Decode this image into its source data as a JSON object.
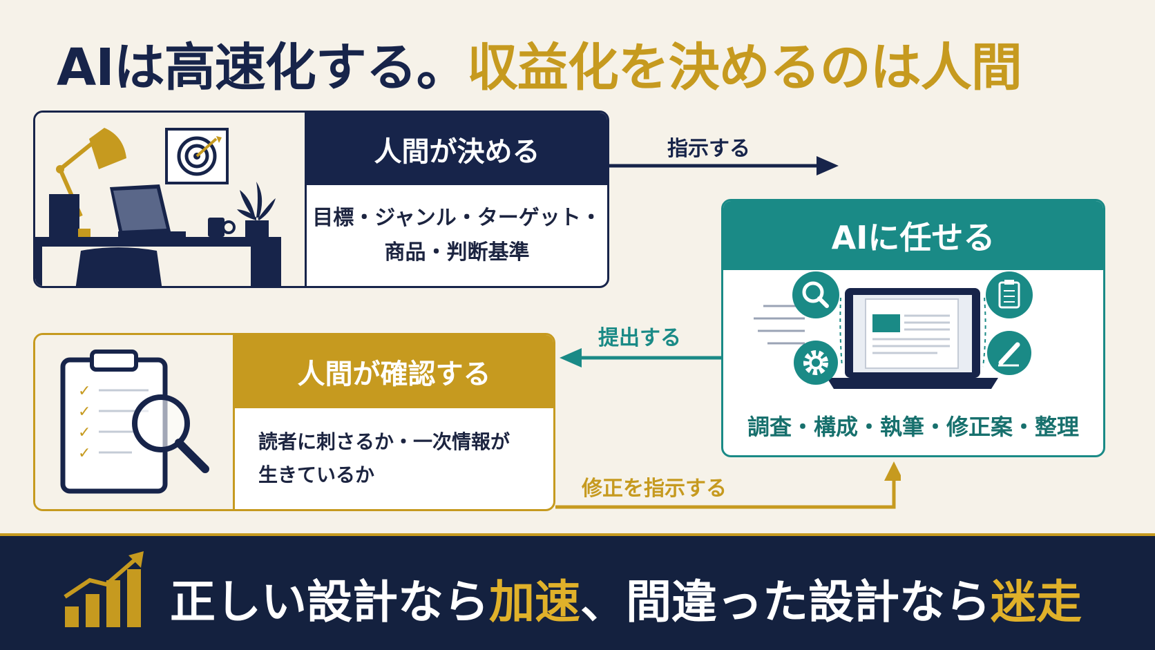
{
  "title": {
    "part1": "AIは高速化する。",
    "part2": "収益化を決めるのは人間"
  },
  "decide_card": {
    "heading": "人間が決める",
    "line1": "目標・ジャンル・ターゲット・",
    "line2": "商品・判断基準"
  },
  "ai_card": {
    "heading": "AIに任せる",
    "tasks": "調査・構成・執筆・修正案・整理"
  },
  "check_card": {
    "heading": "人間が確認する",
    "line1": "読者に刺さるか・一次情報が",
    "line2": "生きているか"
  },
  "arrows": {
    "instruct": "指示する",
    "submit": "提出する",
    "fix": "修正を指示する"
  },
  "banner": {
    "part1": "正しい設計なら",
    "part2": "加速",
    "part3": "、間違った設計なら",
    "part4": "迷走"
  },
  "colors": {
    "navy": "#17244a",
    "gold": "#c69a1f",
    "teal": "#1a8a86",
    "background": "#f6f2e9"
  }
}
